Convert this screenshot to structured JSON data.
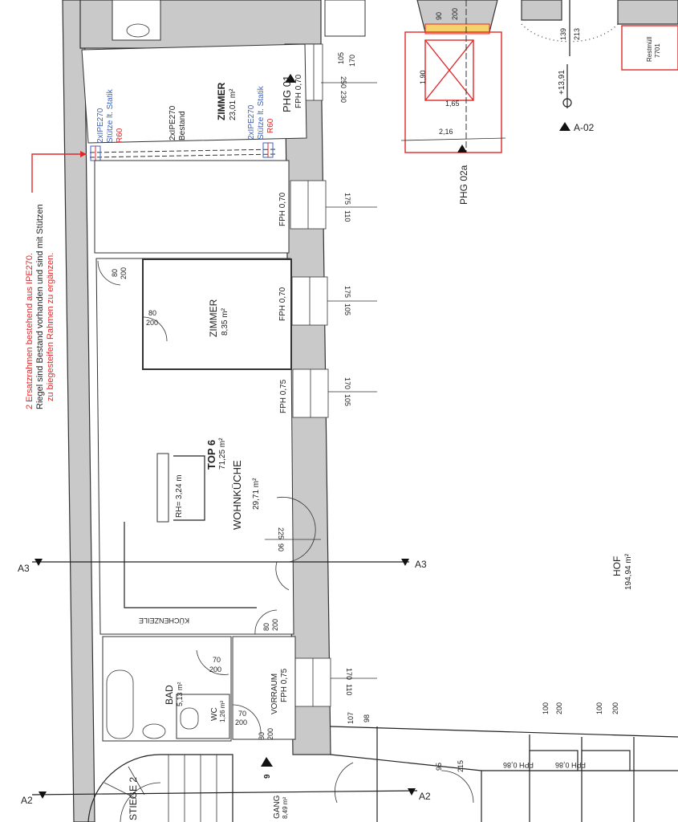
{
  "rooms": {
    "zimmer_top": {
      "name": "ZIMMER",
      "area": "23,01 m²"
    },
    "zimmer_mid": {
      "name": "ZIMMER",
      "area": "8,35 m²"
    },
    "top6": {
      "name": "TOP 6",
      "area": "71,25 m²"
    },
    "wohnkueche": {
      "name": "WOHNKÜCHE",
      "area": "29,71 m²"
    },
    "kuechenzeile": "KÜCHENZEILE",
    "bad": {
      "name": "BAD",
      "area": "5,13 m²"
    },
    "wc": {
      "name": "WC",
      "area": "1,26 m²"
    },
    "vorraum": {
      "name": "VORRAUM",
      "fph": "FPH 0,75"
    },
    "gang": {
      "name": "GANG",
      "area": "8,49 m²"
    },
    "hof": {
      "name": "HOF",
      "area": "194,94 m²"
    },
    "stiege": "STIEGE 2",
    "restmuell": {
      "name": "Restmüll",
      "num": "7701"
    }
  },
  "annotations": {
    "beam_left": [
      "2xIPE270",
      "Stütze lt. Statik",
      "R60"
    ],
    "beam_mid": [
      "2xIPE270",
      "Bestand"
    ],
    "beam_right": [
      "2xIPE270",
      "Stütze lt. Statik",
      "R60"
    ],
    "note": [
      "2 Ersatzrahmen bestehend aus IPE270.",
      "Riegel sind Bestand vorhanden und sind mit Stützen",
      "zu biegesteifen Rahmen zu ergänzen."
    ],
    "rh": "RH= 3,24 m",
    "level": "+13,91"
  },
  "sections": {
    "phg01": "PHG 01",
    "phg02a": "PHG 02a",
    "a02": "A-02",
    "a3_left": "A3",
    "a3_right": "A3",
    "a2_left": "A2",
    "a2_right": "A2",
    "stair_no": "9"
  },
  "dimensions": {
    "fph_top": "FPH 0,70",
    "fph1": "FPH 0,70",
    "fph2": "FPH 0,70",
    "fph3": "FPH 0,75",
    "fph_b1": "FPH 0,86",
    "fph_b2": "FPH 0,86",
    "w1a": "105",
    "w1b": "170",
    "w1c": "250",
    "w1d": "230",
    "w2a": "175",
    "w2b": "110",
    "w3a": "175",
    "w3b": "105",
    "w4a": "170",
    "w4b": "105",
    "w5a": "170",
    "w5b": "110",
    "door_a": "225",
    "door_b": "90",
    "d80_1": "80",
    "d200_1": "200",
    "d80_2": "80",
    "d200_2": "200",
    "d80_3": "80",
    "d200_3": "200",
    "d70_1": "70",
    "d200_4": "200",
    "d70_2": "70",
    "d200_5": "200",
    "d80_4": "80",
    "d200_6": "200",
    "d107": "107",
    "d98": "98",
    "d95": "95",
    "d215": "215",
    "b100a": "100",
    "b200a": "200",
    "b100b": "100",
    "b200b": "200",
    "shaft_h": "1,90",
    "shaft_w": "1,65",
    "shaft_w2": "2,16",
    "top90": "90",
    "top200": "200",
    "c139": "139",
    "c213": "213"
  },
  "colors": {
    "wall": "#c9c9c9",
    "red": "#e0282a",
    "blue": "#3b62c4"
  }
}
